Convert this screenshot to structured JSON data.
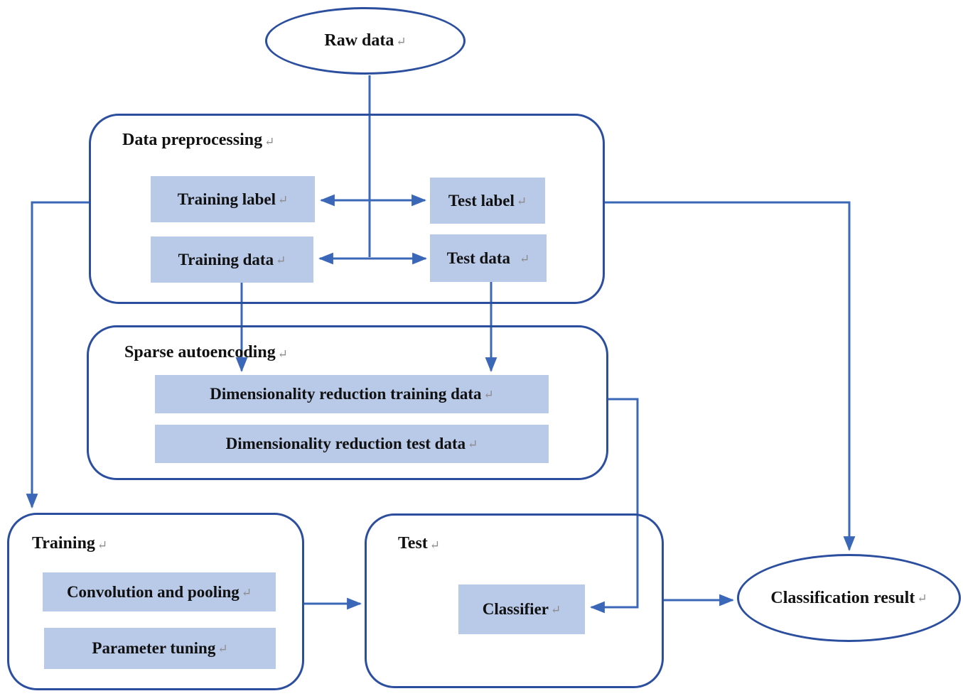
{
  "glyphs": {
    "return_mark": "↵"
  },
  "colors": {
    "background": "#ffffff",
    "container_border": "#2b4e9e",
    "arrow": "#3a67b7",
    "box_fill": "#b9c9e8",
    "label_text": "#111111",
    "return_mark": "#8c8c8c"
  },
  "nodes": {
    "raw_data": {
      "label": "Raw data"
    },
    "data_preprocessing": {
      "title": "Data preprocessing",
      "training_label": "Training label",
      "test_label": "Test label",
      "training_data": "Training data",
      "test_data": "Test data"
    },
    "sparse_autoencoding": {
      "title": "Sparse autoencoding",
      "dim_reduction_training": "Dimensionality reduction training data",
      "dim_reduction_test": "Dimensionality reduction test data"
    },
    "training": {
      "title": "Training",
      "convolution_pooling": "Convolution and pooling",
      "parameter_tuning": "Parameter tuning"
    },
    "test": {
      "title": "Test",
      "classifier": "Classifier"
    },
    "classification_result": {
      "label": "Classification result"
    }
  }
}
